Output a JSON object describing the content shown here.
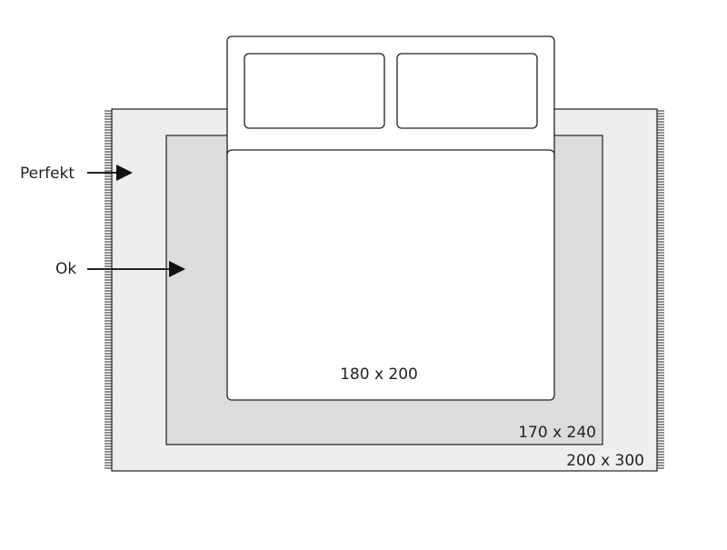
{
  "labels": {
    "perfekt": "Perfekt",
    "ok": "Ok",
    "bed_size": "180 x 200",
    "small_rug_size": "170 x 240",
    "large_rug_size": "200 x 300"
  },
  "colors": {
    "large_rug": "#eeeeee",
    "small_rug": "#dcdcdc",
    "bed": "#ffffff",
    "stroke": "#222222"
  }
}
